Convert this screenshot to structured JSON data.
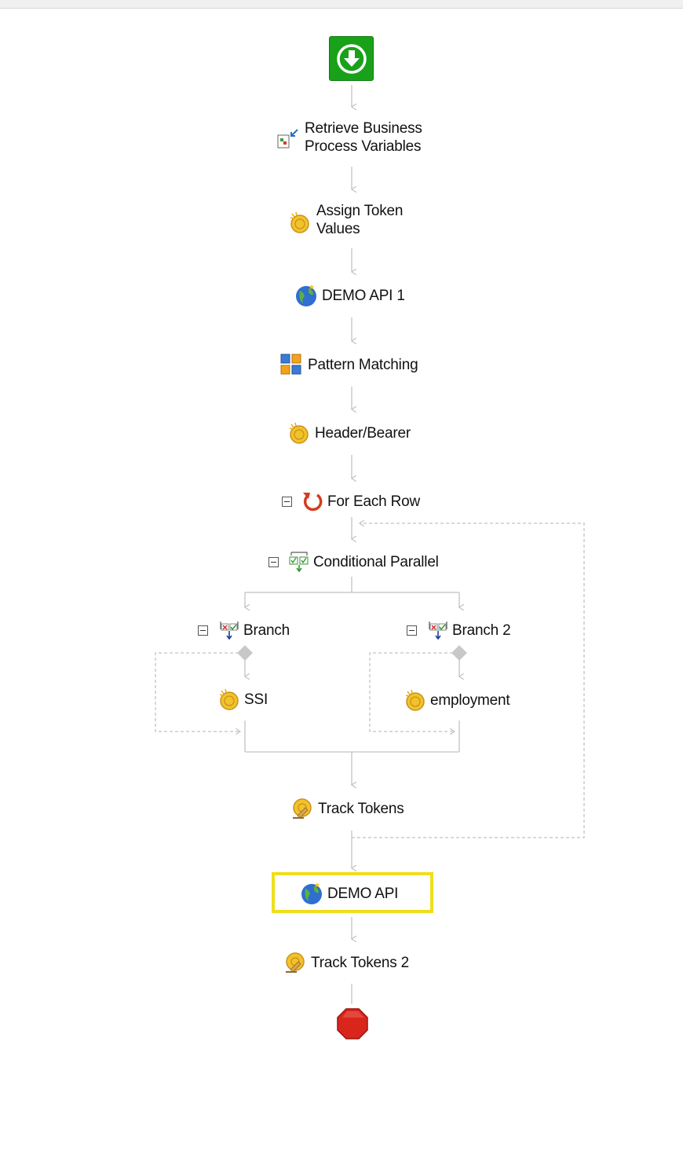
{
  "nodes": {
    "retrieve": "Retrieve Business Process Variables",
    "assign_token": "Assign Token Values",
    "demo_api_1": "DEMO API 1",
    "pattern_matching": "Pattern Matching",
    "header_bearer": "Header/Bearer",
    "for_each_row": "For Each Row",
    "conditional_parallel": "Conditional Parallel",
    "branch": "Branch",
    "branch_2": "Branch 2",
    "ssi": "SSI",
    "employment": "employment",
    "track_tokens": "Track Tokens",
    "demo_api": "DEMO API",
    "track_tokens_2": "Track Tokens 2"
  },
  "icons": {
    "start": "start-arrow-icon",
    "retrieve": "retrieve-variables-icon",
    "assign": "token-coin-icon",
    "api": "globe-icon",
    "pattern": "pattern-grid-icon",
    "loop": "loop-icon",
    "parallel": "conditional-parallel-icon",
    "branch": "branch-icon",
    "track": "track-tokens-icon",
    "stop": "stop-octagon-icon"
  },
  "colors": {
    "start": "#1aa11a",
    "stop": "#d9261c",
    "highlight": "#f0de1a",
    "wire": "#bfbfbf"
  }
}
